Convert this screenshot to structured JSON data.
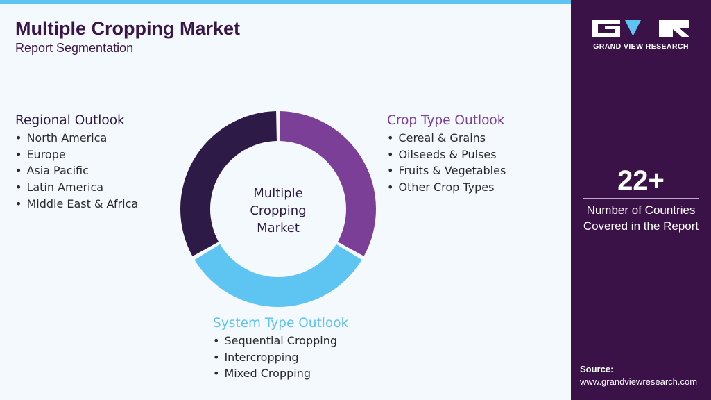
{
  "header": {
    "title": "Multiple Cropping Market",
    "subtitle": "Report Segmentation"
  },
  "segments": {
    "regional": {
      "title": "Regional Outlook",
      "items": [
        "North America",
        "Europe",
        "Asia Pacific",
        "Latin America",
        "Middle East & Africa"
      ]
    },
    "crop": {
      "title": "Crop Type Outlook",
      "items": [
        "Cereal & Grains",
        "Oilseeds & Pulses",
        "Fruits & Vegetables",
        "Other Crop Types"
      ]
    },
    "system": {
      "title": "System Type Outlook",
      "items": [
        "Sequential Cropping",
        "Intercropping",
        "Mixed Cropping"
      ]
    }
  },
  "donut": {
    "center_label_lines": [
      "Multiple",
      "Cropping",
      "Market"
    ],
    "segments": [
      {
        "segment": "crop",
        "share": 0.3333,
        "color": "#7b3f98"
      },
      {
        "segment": "system",
        "share": 0.3333,
        "color": "#5ec4f2"
      },
      {
        "segment": "regional",
        "share": 0.3334,
        "color": "#2e1a47"
      }
    ]
  },
  "sidebar": {
    "logo_text": "GRAND VIEW RESEARCH",
    "stat_value": "22+",
    "stat_label_lines": [
      "Number of Countries",
      "Covered in the Report"
    ],
    "source_label": "Source:",
    "source_url": "www.grandviewresearch.com"
  },
  "colors": {
    "accent_blue": "#5ec4f2",
    "accent_purple": "#7b3f98",
    "dark_purple": "#2e1a47",
    "sidebar_bg": "#3a1248"
  }
}
